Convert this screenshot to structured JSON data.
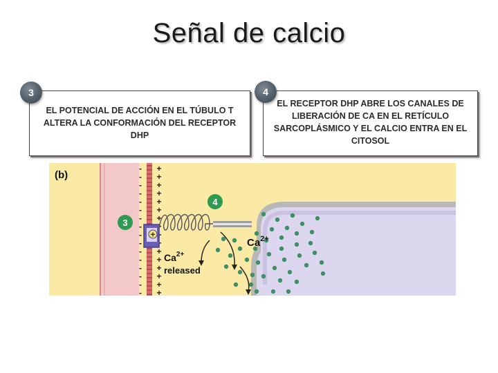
{
  "slide": {
    "title": "Señal de calcio"
  },
  "steps": [
    {
      "number": "3",
      "text": "EL POTENCIAL DE ACCIÓN EN EL TÚBULO T ALTERA LA CONFORMACIÓN DEL RECEPTOR DHP"
    },
    {
      "number": "4",
      "text": "EL RECEPTOR DHP ABRE LOS  CANALES DE LIBERACIÓN DE CA EN EL RETÍCULO SARCOPLÁSMICO Y EL CALCIO ENTRA EN EL CITOSOL"
    }
  ],
  "figure": {
    "panel_label": "(b)",
    "marker_3": "3",
    "marker_4": "4",
    "receptor_symbol": "+",
    "minus_sign": "-",
    "plus_sign": "+",
    "ca_label": "Ca",
    "ca_superscript": "2+",
    "released_label": "released",
    "colors": {
      "background": "#fbeaa5",
      "t_tubule": "#f2c9c8",
      "membrane": "#d96b6b",
      "receptor": "#6a5fb5",
      "sr_fill": "#dcd6ee",
      "sr_border": "#9a9a9a",
      "dots": "#3f8f66",
      "marker": "#2f9a52"
    }
  }
}
